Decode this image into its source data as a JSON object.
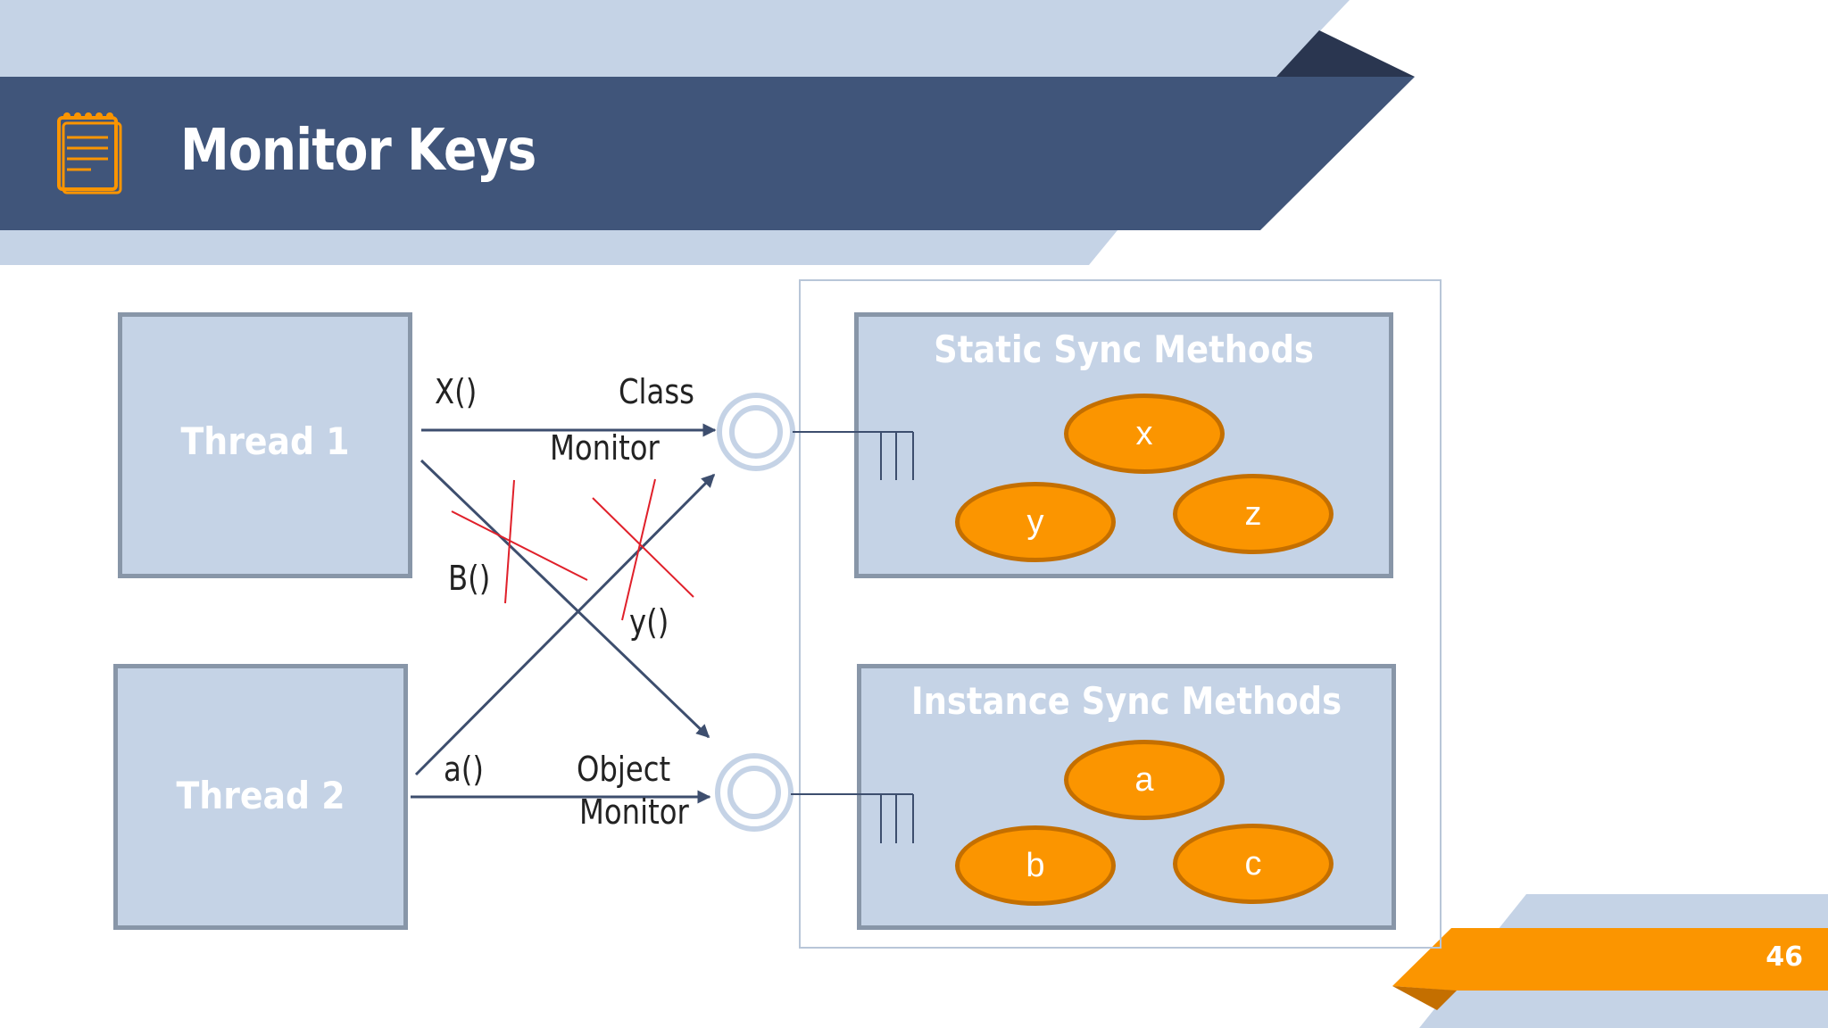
{
  "slide": {
    "title": "Monitor Keys",
    "page_number": "46",
    "icon": "notepad-icon"
  },
  "colors": {
    "header_band": "#40557a",
    "light_band": "#c5d3e6",
    "accent_orange": "#fb9500",
    "dark_triangle": "#2a3650"
  },
  "threads": [
    {
      "label": "Thread 1"
    },
    {
      "label": "Thread 2"
    }
  ],
  "arrows": {
    "x_call": "X()",
    "b_call": "B()",
    "y_call": "y()",
    "a_call": "a()"
  },
  "monitors": {
    "class_line1": "Class",
    "class_line2": "Monitor",
    "object_line1": "Object",
    "object_line2": "Monitor"
  },
  "groups": {
    "static": {
      "title": "Static Sync Methods",
      "methods": [
        "x",
        "y",
        "z"
      ]
    },
    "instance": {
      "title": "Instance Sync Methods",
      "methods": [
        "a",
        "b",
        "c"
      ]
    }
  }
}
